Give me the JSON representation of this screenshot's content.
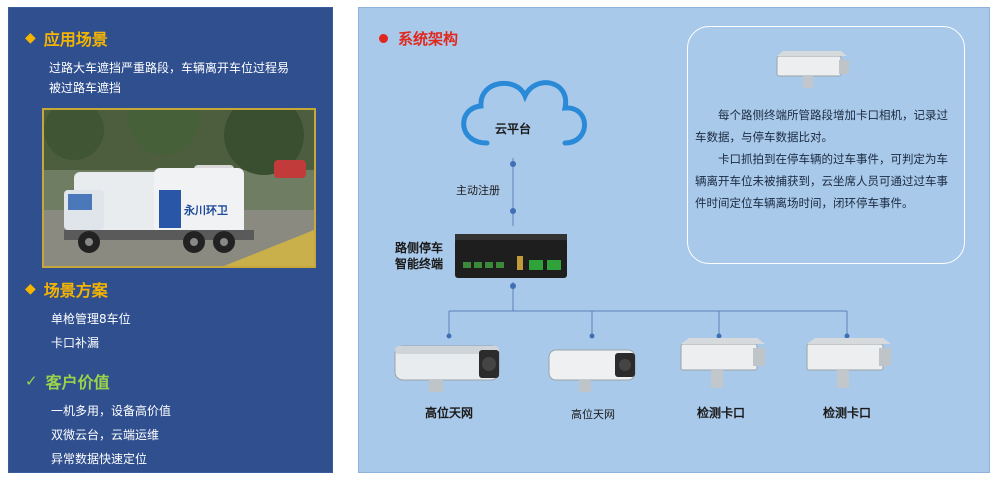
{
  "left": {
    "scene_title": "应用场景",
    "scene_desc_line1": "过路大车遮挡严重路段，车辆离开车位过程易",
    "scene_desc_line2": "被过路车遮挡",
    "truck_side_text": "永川环卫",
    "plan_title": "场景方案",
    "plan_items": [
      "单枪管理8车位",
      "卡口补漏"
    ],
    "value_title": "客户价值",
    "value_items": [
      "一机多用，设备高价值",
      "双微云台，云端运维",
      "异常数据快速定位"
    ]
  },
  "right": {
    "arch_title": "系统架构",
    "cloud_label": "云平台",
    "register_label": "主动注册",
    "terminal_label_line1": "路侧停车",
    "terminal_label_line2": "智能终端",
    "cameras": [
      "高位天网",
      "高位天网",
      "检测卡口",
      "检测卡口"
    ],
    "info_para1": "每个路侧终端所管路段增加卡口相机，记录过车数据，与停车数据比对。",
    "info_para2": "卡口抓拍到在停车辆的过车事件，可判定为车辆离开车位未被捕获到，云坐席人员可通过过车事件时间定位车辆离场时间，闭环停车事件。"
  },
  "colors": {
    "left_bg": "#2f4f8f",
    "accent_yellow": "#f5b400",
    "accent_green": "#9bd34a",
    "right_bg": "#a9c9ea",
    "title_red": "#e0281e",
    "cloud_blue": "#2a8ad8"
  }
}
